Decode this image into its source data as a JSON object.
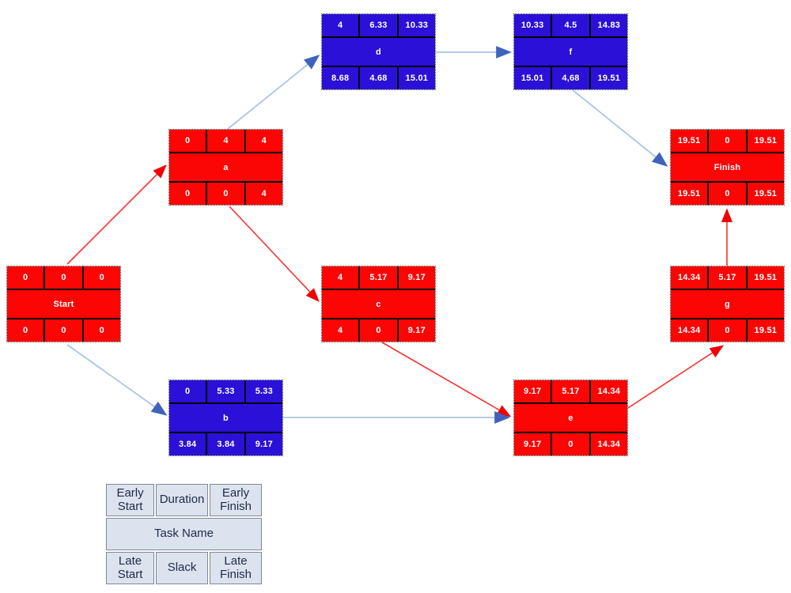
{
  "diagram_type": "pert-cpm-network",
  "colors": {
    "critical_node_fill": "#fb0505",
    "noncritical_node_fill": "#2b10d7",
    "node_text": "#ffffff",
    "critical_arrow": "#fa3030",
    "normal_arrow_line": "#a9c5e5",
    "normal_arrow_head": "#3f63bd",
    "legend_background": "#dce3ef",
    "legend_text": "#1c2b4a"
  },
  "nodes": [
    {
      "id": "start",
      "name": "Start",
      "color": "red",
      "es": "0",
      "dur": "0",
      "ef": "0",
      "ls": "0",
      "slack": "0",
      "lf": "0"
    },
    {
      "id": "a",
      "name": "a",
      "color": "red",
      "es": "0",
      "dur": "4",
      "ef": "4",
      "ls": "0",
      "slack": "0",
      "lf": "4"
    },
    {
      "id": "b",
      "name": "b",
      "color": "blue",
      "es": "0",
      "dur": "5.33",
      "ef": "5.33",
      "ls": "3.84",
      "slack": "3.84",
      "lf": "9.17"
    },
    {
      "id": "c",
      "name": "c",
      "color": "red",
      "es": "4",
      "dur": "5.17",
      "ef": "9.17",
      "ls": "4",
      "slack": "0",
      "lf": "9.17"
    },
    {
      "id": "d",
      "name": "d",
      "color": "blue",
      "es": "4",
      "dur": "6.33",
      "ef": "10.33",
      "ls": "8.68",
      "slack": "4.68",
      "lf": "15.01"
    },
    {
      "id": "e",
      "name": "e",
      "color": "red",
      "es": "9.17",
      "dur": "5.17",
      "ef": "14.34",
      "ls": "9.17",
      "slack": "0",
      "lf": "14.34"
    },
    {
      "id": "f",
      "name": "f",
      "color": "blue",
      "es": "10.33",
      "dur": "4.5",
      "ef": "14.83",
      "ls": "15.01",
      "slack": "4,68",
      "lf": "19.51"
    },
    {
      "id": "g",
      "name": "g",
      "color": "red",
      "es": "14.34",
      "dur": "5.17",
      "ef": "19.51",
      "ls": "14.34",
      "slack": "0",
      "lf": "19.51"
    },
    {
      "id": "finish",
      "name": "Finish",
      "color": "red",
      "es": "19.51",
      "dur": "0",
      "ef": "19.51",
      "ls": "19.51",
      "slack": "0",
      "lf": "19.51"
    }
  ],
  "edges": [
    {
      "from": "Start",
      "to": "a",
      "style": "critical-red"
    },
    {
      "from": "Start",
      "to": "b",
      "style": "normal-blue"
    },
    {
      "from": "a",
      "to": "d",
      "style": "normal-blue"
    },
    {
      "from": "a",
      "to": "c",
      "style": "critical-red"
    },
    {
      "from": "d",
      "to": "f",
      "style": "normal-blue"
    },
    {
      "from": "f",
      "to": "Finish",
      "style": "normal-blue"
    },
    {
      "from": "c",
      "to": "e",
      "style": "critical-red"
    },
    {
      "from": "b",
      "to": "e",
      "style": "normal-blue"
    },
    {
      "from": "e",
      "to": "g",
      "style": "critical-red"
    },
    {
      "from": "g",
      "to": "Finish",
      "style": "critical-red"
    }
  ],
  "legend": {
    "cells": [
      "Early Start",
      "Duration",
      "Early Finish",
      "Task Name",
      "Late Start",
      "Slack",
      "Late Finish"
    ]
  }
}
